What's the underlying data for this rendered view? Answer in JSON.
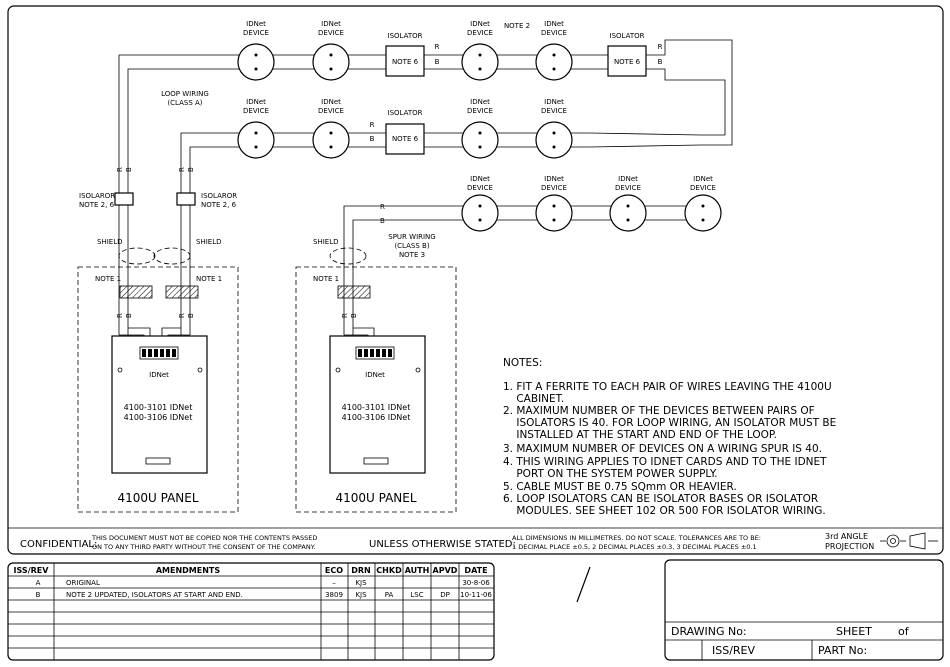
{
  "device_label": [
    "IDNet",
    "DEVICE"
  ],
  "isolator_label": "ISOLATOR",
  "note6": "NOTE 6",
  "note2_top": "NOTE 2",
  "loop_wiring": [
    "LOOP WIRING",
    "(CLASS A)"
  ],
  "spur_wiring": [
    "SPUR WIRING",
    "(CLASS B)",
    "NOTE 3"
  ],
  "isolaror": [
    "ISOLAROR",
    "NOTE 2, 6"
  ],
  "shield": "SHIELD",
  "note1": "NOTE 1",
  "wire_r": "R",
  "wire_b": "B",
  "card_lines": [
    "4100-3101  IDNet",
    "4100-3106  IDNet"
  ],
  "card_small": "IDNet",
  "panel_label": "4100U  PANEL",
  "notes_title": "NOTES:",
  "notes": [
    "1. FIT A FERRITE TO EACH PAIR OF WIRES LEAVING THE 4100U",
    "    CABINET.",
    "2. MAXIMUM NUMBER OF THE DEVICES BETWEEN PAIRS OF",
    "    ISOLATORS IS 40. FOR LOOP WIRING, AN ISOLATOR MUST BE",
    "    INSTALLED AT THE START AND END OF THE LOOP.",
    "3. MAXIMUM NUMBER OF DEVICES ON A WIRING SPUR IS 40.",
    "4. THIS WIRING APPLIES TO IDNET CARDS AND TO THE IDNET",
    "    PORT ON THE SYSTEM POWER SUPPLY.",
    "5. CABLE MUST BE 0.75 SQmm OR HEAVIER.",
    "6. LOOP ISOLATORS CAN BE ISOLATOR BASES OR ISOLATOR",
    "    MODULES. SEE SHEET 102 OR 500 FOR ISOLATOR WIRING."
  ],
  "confidential_label": "CONFIDENTIAL:",
  "confidential_text": [
    "THIS DOCUMENT MUST NOT BE COPIED NOR THE CONTENTS PASSED",
    "ON TO ANY THIRD PARTY WITHOUT THE CONSENT OF THE COMPANY."
  ],
  "unless_label": "UNLESS OTHERWISE STATED:",
  "unless_text": [
    "ALL DIMENSIONS IN MILLIMETRES. DO NOT SCALE. TOLERANCES ARE TO BE:",
    "1 DECIMAL PLACE ±0.5, 2 DECIMAL PLACES ±0.3, 3 DECIMAL PLACES ±0.1"
  ],
  "projection": [
    "3rd ANGLE",
    "PROJECTION"
  ],
  "table": {
    "headers": [
      "ISS/REV",
      "AMENDMENTS",
      "ECO",
      "DRN",
      "CHKD",
      "AUTH",
      "APVD",
      "DATE"
    ],
    "rows": [
      [
        "A",
        "ORIGINAL",
        "–",
        "KJS",
        "",
        "",
        "",
        "30-8-06"
      ],
      [
        "B",
        "NOTE 2 UPDATED, ISOLATORS AT START AND END.",
        "3809",
        "KJS",
        "PA",
        "LSC",
        "DP",
        "10-11-06"
      ]
    ]
  },
  "title_block": {
    "drawing_no": "DRAWING No:",
    "sheet": "SHEET",
    "of": "of",
    "iss_rev": "ISS/REV",
    "part_no": "PART No:"
  }
}
